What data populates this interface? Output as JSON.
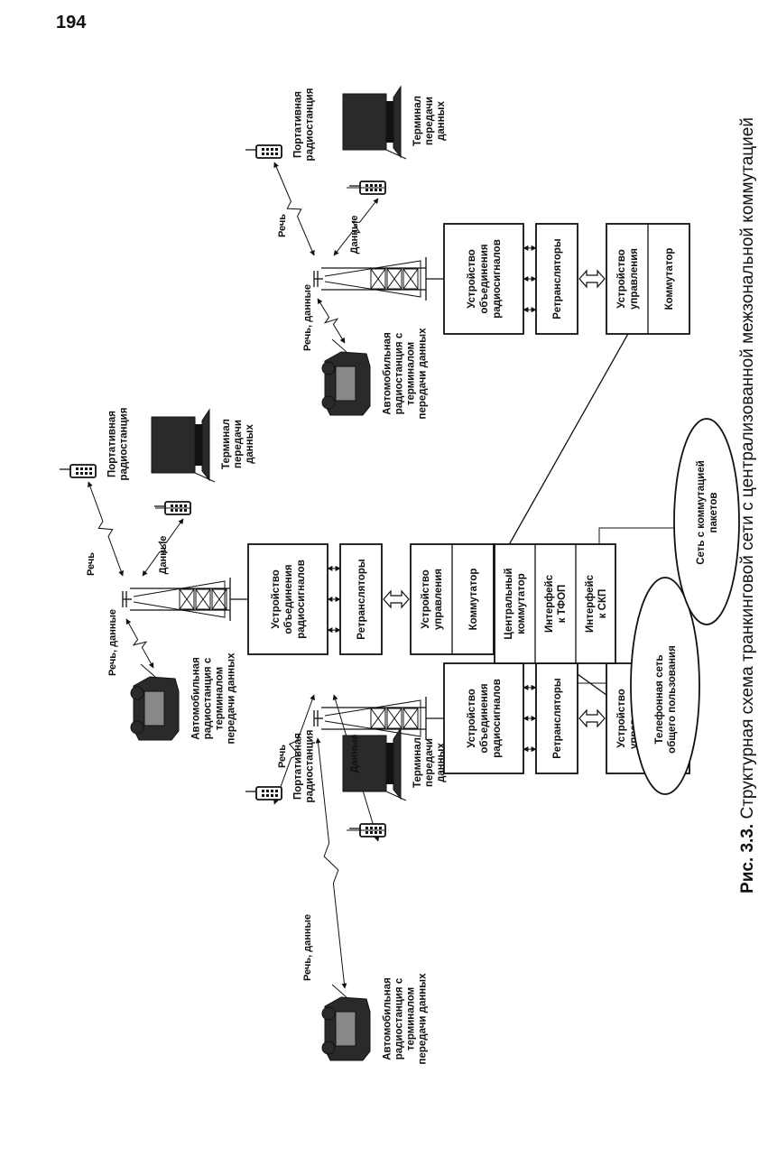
{
  "page_number": "194",
  "caption": {
    "prefix": "Рис. 3.3.",
    "text": "Структурная схема транкинговой сети с централизованной межзональной коммутацией"
  },
  "labels": {
    "combiner": [
      "Устройство",
      "объединения",
      "радиосигналов"
    ],
    "repeaters": [
      "Ретрансляторы"
    ],
    "control": [
      "Устройство",
      "управления"
    ],
    "switch": [
      "Коммутатор"
    ],
    "central_switch": [
      "Центральный",
      "коммутатор"
    ],
    "pstn_interface": [
      "Интерфейс",
      "к ТФОП"
    ],
    "psn_interface": [
      "Интерфейс",
      "к СКП"
    ],
    "pstn": [
      "Телефонная сеть",
      "общего пользования"
    ],
    "psn": [
      "Сеть с коммутацией",
      "пакетов"
    ],
    "portable": [
      "Портативная",
      "радиостанция"
    ],
    "terminal": [
      "Терминал",
      "передачи",
      "данных"
    ],
    "vehicle": [
      "Автомобильная",
      "радиостанция с",
      "терминалом",
      "передачи данных"
    ],
    "speech": [
      "Речь"
    ],
    "data": [
      "Данные"
    ],
    "speech_data": [
      "Речь, данные"
    ]
  }
}
